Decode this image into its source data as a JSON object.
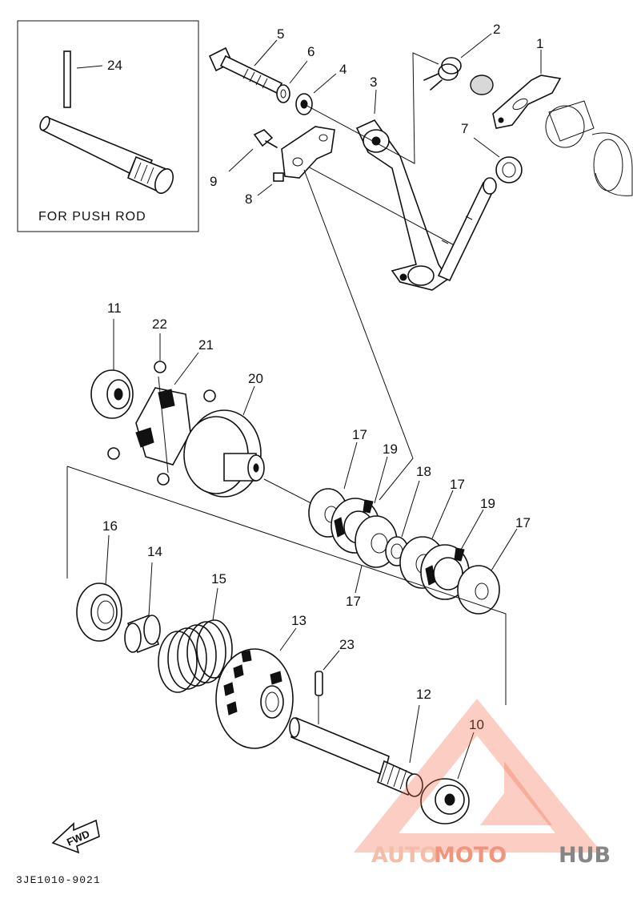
{
  "inset": {
    "caption": "FOR PUSH ROD",
    "part": "24"
  },
  "callouts": [
    "1",
    "2",
    "3",
    "4",
    "5",
    "6",
    "7",
    "8",
    "9",
    "10",
    "11",
    "12",
    "13",
    "14",
    "15",
    "16",
    "17",
    "17",
    "17",
    "17",
    "18",
    "19",
    "19",
    "20",
    "21",
    "22",
    "23"
  ],
  "fwd_label": "FWD",
  "code": "3JE1010-9021",
  "watermark": {
    "part1": "AUTO",
    "part2": "MOTO",
    "part3": "HUB",
    "color_light": "#f5b59e",
    "color_accent": "#f08a70",
    "color_dark": "#7a7a7a"
  }
}
